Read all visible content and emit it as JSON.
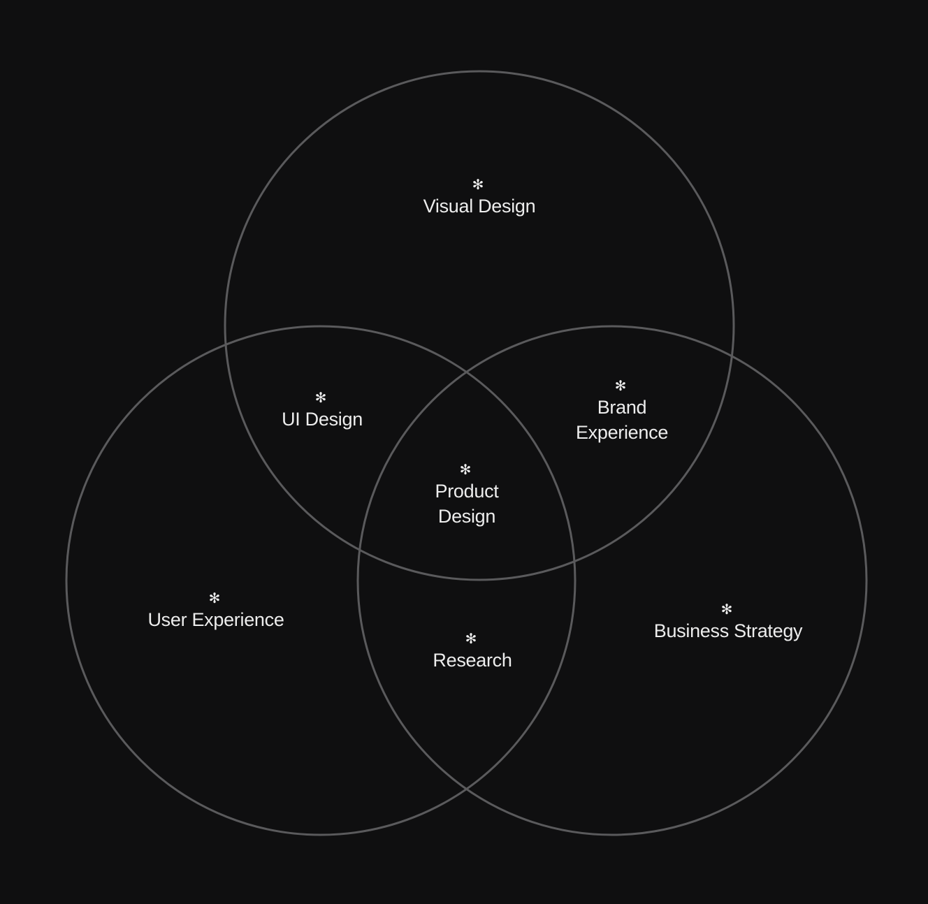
{
  "colors": {
    "background": "#0f0f10",
    "circle_stroke": "#5a5a5c",
    "text": "#ededed"
  },
  "marker_glyph": "✻",
  "circles": [
    {
      "name": "Visual Design"
    },
    {
      "name": "User Experience"
    },
    {
      "name": "Business Strategy"
    }
  ],
  "labels": {
    "visual_design": {
      "line1": "Visual Design"
    },
    "ui_design": {
      "line1": "UI Design"
    },
    "brand_experience": {
      "line1": "Brand",
      "line2": "Experience"
    },
    "product_design": {
      "line1": "Product",
      "line2": "Design"
    },
    "user_experience": {
      "line1": "User Experience"
    },
    "research": {
      "line1": "Research"
    },
    "business_strategy": {
      "line1": "Business Strategy"
    }
  }
}
